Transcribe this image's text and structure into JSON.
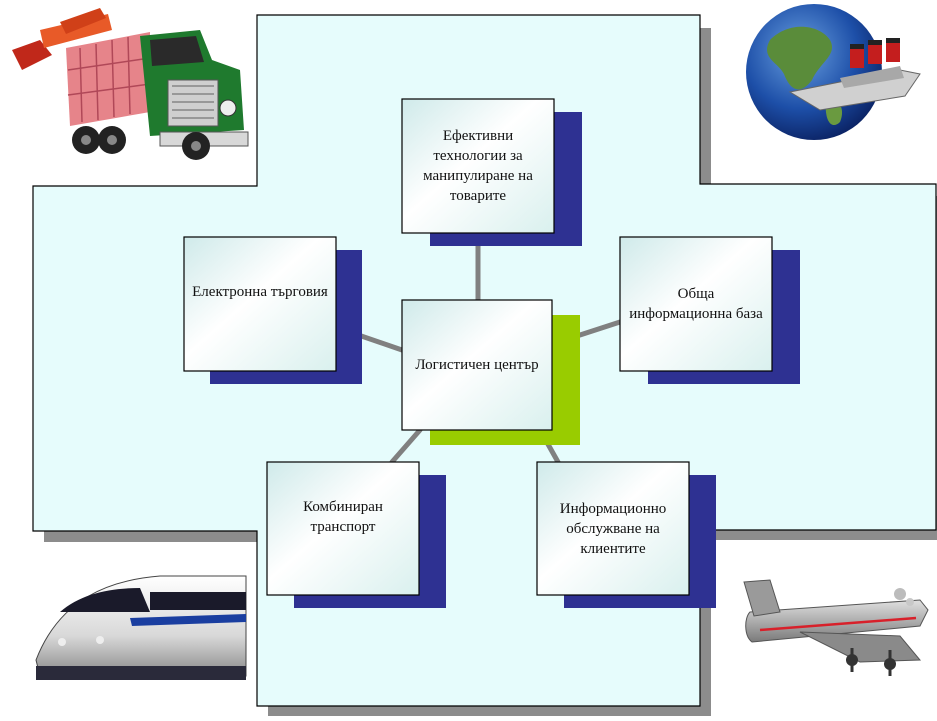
{
  "diagram": {
    "center": {
      "label": "Логистичен център"
    },
    "nodes": [
      {
        "id": "top",
        "label": "Ефективни технологии за манипулиране на товарите"
      },
      {
        "id": "left",
        "label": "Електронна търговия"
      },
      {
        "id": "right",
        "label": "Обща информационна база"
      },
      {
        "id": "bottom-left",
        "label": "Комбиниран транспорт"
      },
      {
        "id": "bottom-right",
        "label": "Информационно обслужване на клиентите"
      }
    ],
    "corner_images": [
      {
        "name": "dump-truck-icon",
        "depicts": "truck"
      },
      {
        "name": "globe-ship-icon",
        "depicts": "ship"
      },
      {
        "name": "train-icon",
        "depicts": "train"
      },
      {
        "name": "airplane-icon",
        "depicts": "airplane"
      }
    ]
  },
  "colors": {
    "background_panel": "#e6fcfc",
    "panel_border": "#000000",
    "panel_shadow": "#8c8c8c",
    "node_shadow": "#2e3192",
    "center_accent": "#99cc00",
    "connector": "#808080",
    "node_fill_light": "#ffffff",
    "node_fill_tint": "#cfeaea"
  }
}
